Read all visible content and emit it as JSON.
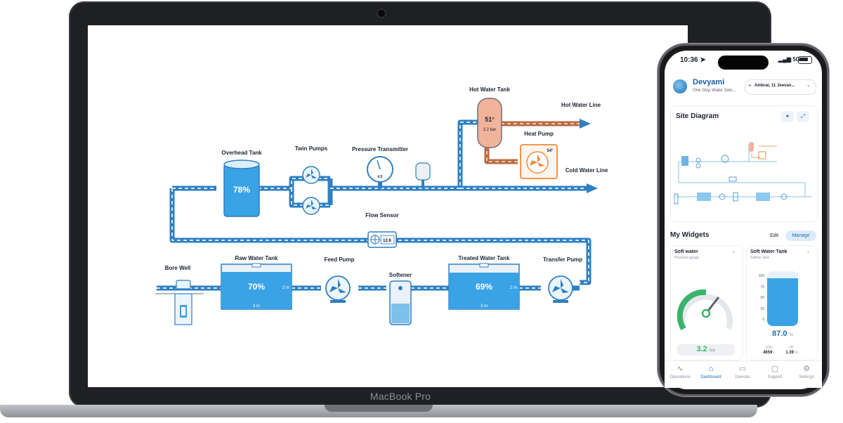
{
  "laptop": {
    "brand": "MacBook Pro",
    "diagram": {
      "labels": {
        "overhead_tank": "Overhead Tank",
        "twin_pumps": "Twin Pumps",
        "pressure_transmitter": "Pressure Transmitter",
        "hot_water_tank": "Hot Water Tank",
        "hot_water_line": "Hot Water Line",
        "heat_pump": "Heat Pump",
        "cold_water_line": "Cold Water Line",
        "flow_sensor": "Flow Sensor",
        "bore_well": "Bore Well",
        "raw_water_tank": "Raw Water Tank",
        "feed_pump": "Feed Pump",
        "softener": "Softener",
        "treated_water_tank": "Treated Water Tank",
        "transfer_pump": "Transfer Pump"
      },
      "values": {
        "overhead_level": "78%",
        "pressure_reading": "4.5",
        "hot_tank_temp": "51°",
        "hot_tank_pressure": "3.2 bar",
        "heat_pump_temp": "54°",
        "flow_reading": "12.6",
        "raw_level": "70%",
        "raw_height": "2 m",
        "raw_width": "3 m",
        "treated_level": "69%",
        "treated_height": "2 m",
        "treated_width": "3 m"
      },
      "colors": {
        "water": "#3aa3e6",
        "pipe_cold": "#2f7fc1",
        "pipe_hot": "#e07a4a",
        "heat_pump": "#f28a3c"
      }
    }
  },
  "phone": {
    "status": {
      "time": "10:36",
      "network": "5G"
    },
    "header": {
      "brand": "Devyami",
      "tagline": "One Stop Water Solu...",
      "location": "Ambrai, 11 Jeevan..."
    },
    "site_diagram": {
      "title": "Site Diagram"
    },
    "widgets": {
      "title": "My Widgets",
      "edit_label": "Edit",
      "manage_label": "Manage",
      "items": [
        {
          "title": "Soft water",
          "subtitle": "Pressure gauge",
          "value": "3.2",
          "unit": "bar",
          "level": 0.64
        },
        {
          "title": "Soft Water Tank",
          "subtitle": "Softner tank",
          "value": "87.0",
          "unit": "%",
          "vol_label": "VOL",
          "vol_value": "4659",
          "vol_unit": "L",
          "ht_label": "HT",
          "ht_value": "1.39",
          "ht_unit": "m",
          "level": 0.87,
          "ticks": [
            "100",
            "75",
            "50",
            "25",
            "0"
          ]
        }
      ]
    },
    "tabs": [
      {
        "label": "Operations",
        "icon": "pulse-icon"
      },
      {
        "label": "Dashboard",
        "icon": "home-icon"
      },
      {
        "label": "Devices",
        "icon": "monitor-icon"
      },
      {
        "label": "Support",
        "icon": "chat-icon"
      },
      {
        "label": "Settings",
        "icon": "gear-icon"
      }
    ]
  }
}
